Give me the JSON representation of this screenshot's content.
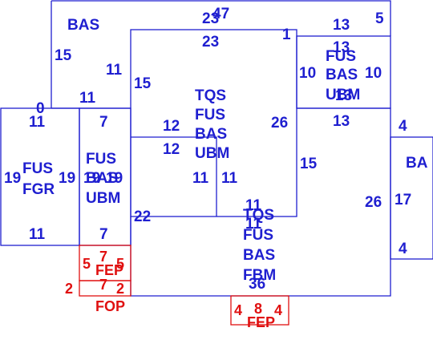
{
  "colors": {
    "primary": "#1f1fd0",
    "accent": "#e01010",
    "background": "#ffffff"
  },
  "labels": {
    "n47": "47",
    "n23a": "23",
    "n23b": "23",
    "n5_top": "5",
    "n13_top": "13",
    "bas_tl": "BAS",
    "n15_l": "15",
    "n11_a": "11",
    "n1": "1",
    "n13_b": "13",
    "n13_c": "13",
    "fus_r": "FUS",
    "bas_r": "BAS",
    "ubm_r": "UBM",
    "n10_a": "10",
    "n10_b": "10",
    "n13_d": "13",
    "n15_m": "15",
    "n0": "0",
    "n11_b": "11",
    "tqs_c": "TQS",
    "fus_c": "FUS",
    "bas_c": "BAS",
    "ubm_c": "UBM",
    "n26_a": "26",
    "n13_e": "13",
    "n11_c": "11",
    "n7_a": "7",
    "n12_a": "12",
    "n12_b": "12",
    "n4_a": "4",
    "ba_r": "BA",
    "fus_l": "FUS",
    "fgr_l": "FGR",
    "n19_a": "19",
    "n19_b": "19",
    "fus_m": "FUS",
    "bas_m": "BAS",
    "ubm_m": "UBM",
    "n19_c": "19",
    "n19_d": "19",
    "n11_d": "11",
    "n11_e": "11",
    "n15_r": "15",
    "n17": "17",
    "n22": "22",
    "n26_b": "26",
    "n11_f": "11",
    "tqs_b": "TQS",
    "n11_g": "11",
    "fus_b": "FUS",
    "bas_b": "BAS",
    "fbm_b": "FBM",
    "n11_h": "11",
    "n7_b": "7",
    "n4_b": "4",
    "n36": "36",
    "fep_1": "FEP",
    "r7_a": "7",
    "r5_a": "5",
    "r5_b": "5",
    "r2_a": "2",
    "r7_b": "7",
    "r2_b": "2",
    "fop": "FOP",
    "fep_2": "FEP",
    "r4_a": "4",
    "r8": "8",
    "r4_b": "4"
  }
}
